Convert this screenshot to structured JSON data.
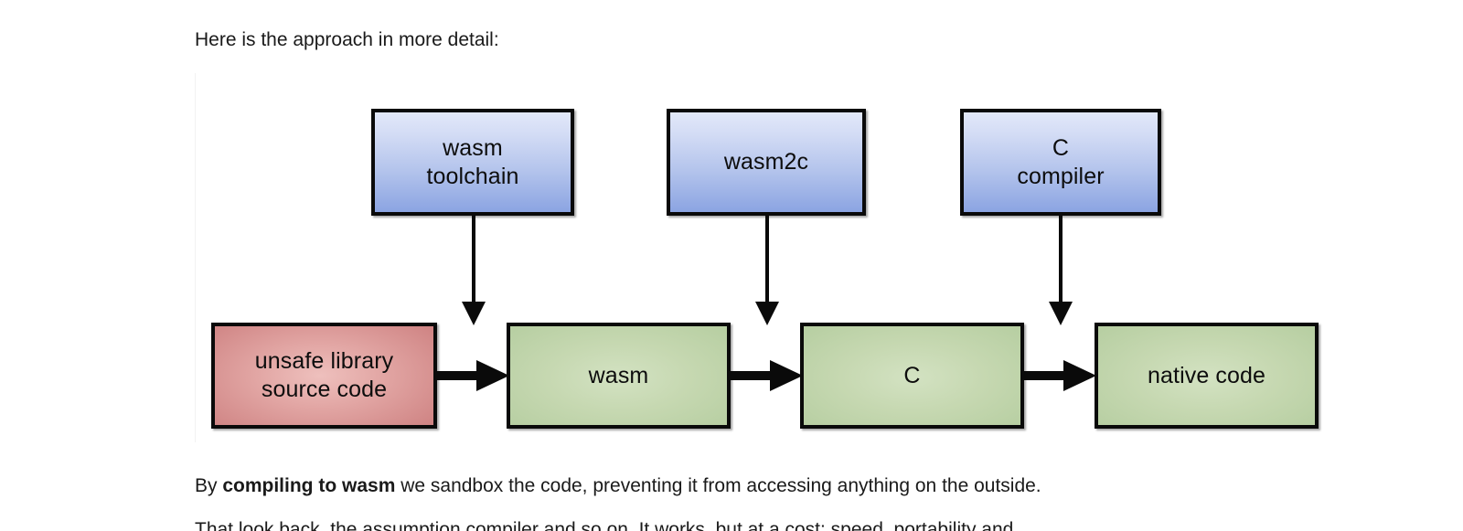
{
  "page": {
    "intro_text": "Here is the approach in more detail:",
    "outro_prefix": "By ",
    "outro_bold": "compiling to wasm",
    "outro_suffix": " we sandbox the code, preventing it from accessing anything on the outside.",
    "clipped_line": "That look back, the assumption compiler and so on. It works, but at a cost: speed, portability and"
  },
  "diagram": {
    "tool_nodes": [
      {
        "label_line1": "wasm",
        "label_line2": "toolchain"
      },
      {
        "label_line1": "wasm2c",
        "label_line2": ""
      },
      {
        "label_line1": "C",
        "label_line2": "compiler"
      }
    ],
    "pipeline_nodes": [
      {
        "label_line1": "unsafe library",
        "label_line2": "source code",
        "kind": "red"
      },
      {
        "label_line1": "wasm",
        "label_line2": "",
        "kind": "green"
      },
      {
        "label_line1": "C",
        "label_line2": "",
        "kind": "green"
      },
      {
        "label_line1": "native code",
        "label_line2": "",
        "kind": "green"
      }
    ],
    "colors": {
      "blue_top": "#e2e8f9",
      "blue_bottom": "#8ba4e2",
      "green_center": "#d3e2c2",
      "green_edge": "#b3cc9e",
      "red_center": "#eec0bd",
      "red_edge": "#cd8080",
      "stroke": "#0a0a0a"
    }
  }
}
